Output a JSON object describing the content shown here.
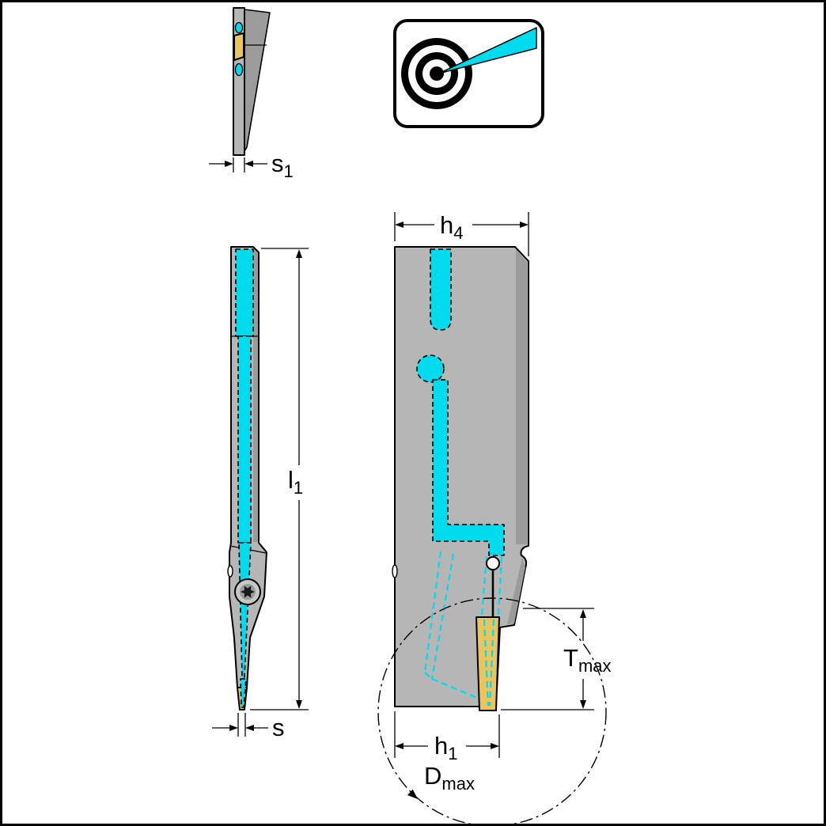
{
  "drawing": {
    "colors": {
      "body_gray": "#b6b6b6",
      "body_gray_dark": "#9b9b9b",
      "coolant_cyan": "#00dcee",
      "insert_yellow": "#eac45f",
      "outline": "#000000",
      "screw_gray": "#c7c7c7",
      "background": "#ffffff"
    },
    "dims": {
      "s1": {
        "base": "s",
        "sub": "1"
      },
      "h4": {
        "base": "h",
        "sub": "4"
      },
      "l1": {
        "base": "l",
        "sub": "1"
      },
      "s": {
        "base": "s",
        "sub": ""
      },
      "tmax": {
        "base": "T",
        "sub": "max"
      },
      "h1": {
        "base": "h",
        "sub": "1"
      },
      "dmax": {
        "base": "D",
        "sub": "max"
      }
    },
    "icons": [
      {
        "name": "precision-coolant-target-icon"
      },
      {
        "name": "torx-screw-icon"
      }
    ]
  }
}
